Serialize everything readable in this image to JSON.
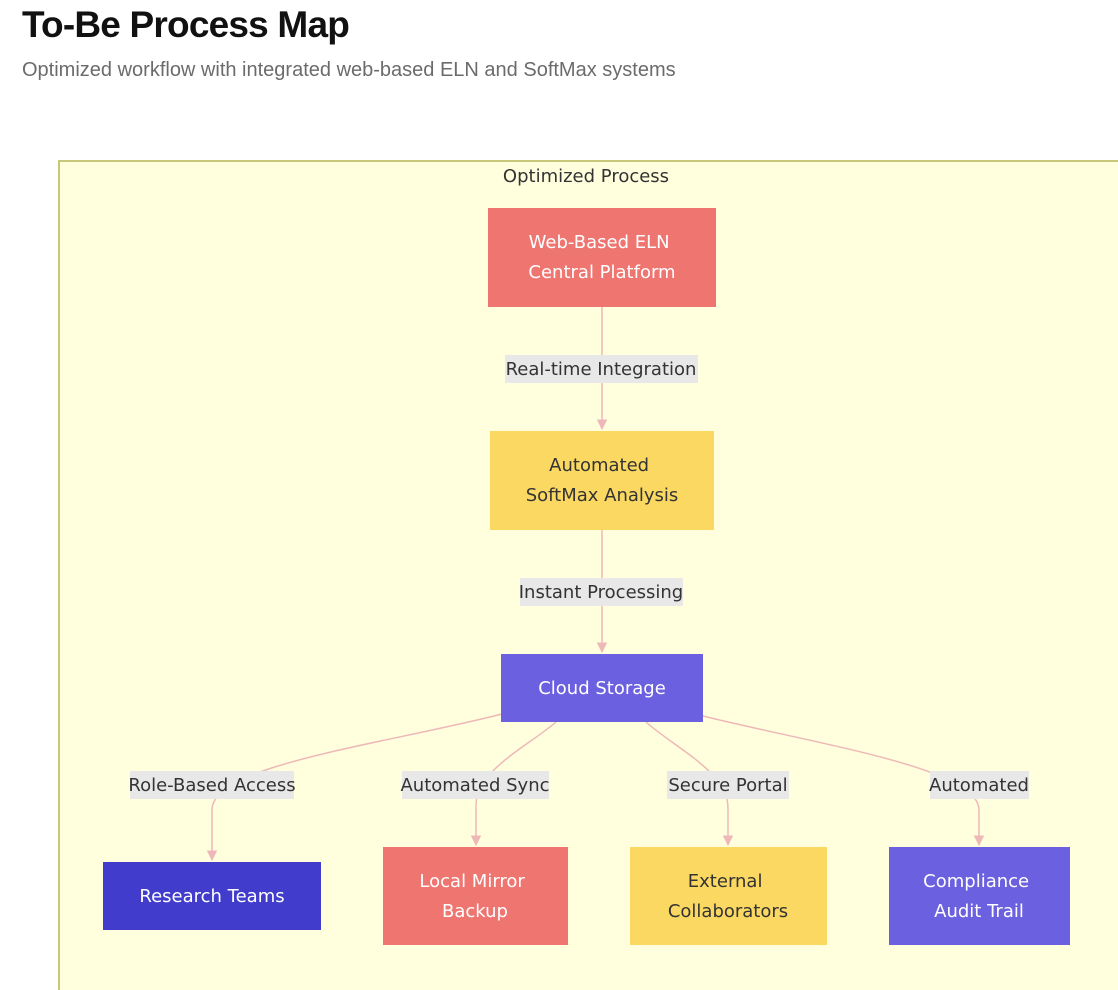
{
  "header": {
    "title": "To-Be Process Map",
    "subtitle": "Optimized workflow with integrated web-based ELN and SoftMax systems"
  },
  "diagram": {
    "group_label": "Optimized Process",
    "colors": {
      "group_fill": "#ffffde",
      "group_stroke": "#c9c87a",
      "edge": "#eeb8b8",
      "edge_label_bg": "#e8e8e8",
      "coral": "#ef7571",
      "yellow": "#fad862",
      "violet": "#6b60df",
      "indigo": "#413ccc"
    },
    "nodes": {
      "eln": {
        "line1": "Web-Based ELN",
        "line2": "Central Platform"
      },
      "softmax": {
        "line1": "Automated",
        "line2": "SoftMax Analysis"
      },
      "cloud": {
        "line1": "Cloud Storage"
      },
      "research": {
        "line1": "Research Teams"
      },
      "mirror": {
        "line1": "Local Mirror",
        "line2": "Backup"
      },
      "external": {
        "line1": "External",
        "line2": "Collaborators"
      },
      "compliance": {
        "line1": "Compliance",
        "line2": "Audit Trail"
      }
    },
    "edges": {
      "eln_softmax": "Real-time Integration",
      "softmax_cloud": "Instant Processing",
      "cloud_research": "Role-Based Access",
      "cloud_mirror": "Automated Sync",
      "cloud_external": "Secure Portal",
      "cloud_compliance": "Automated"
    }
  }
}
